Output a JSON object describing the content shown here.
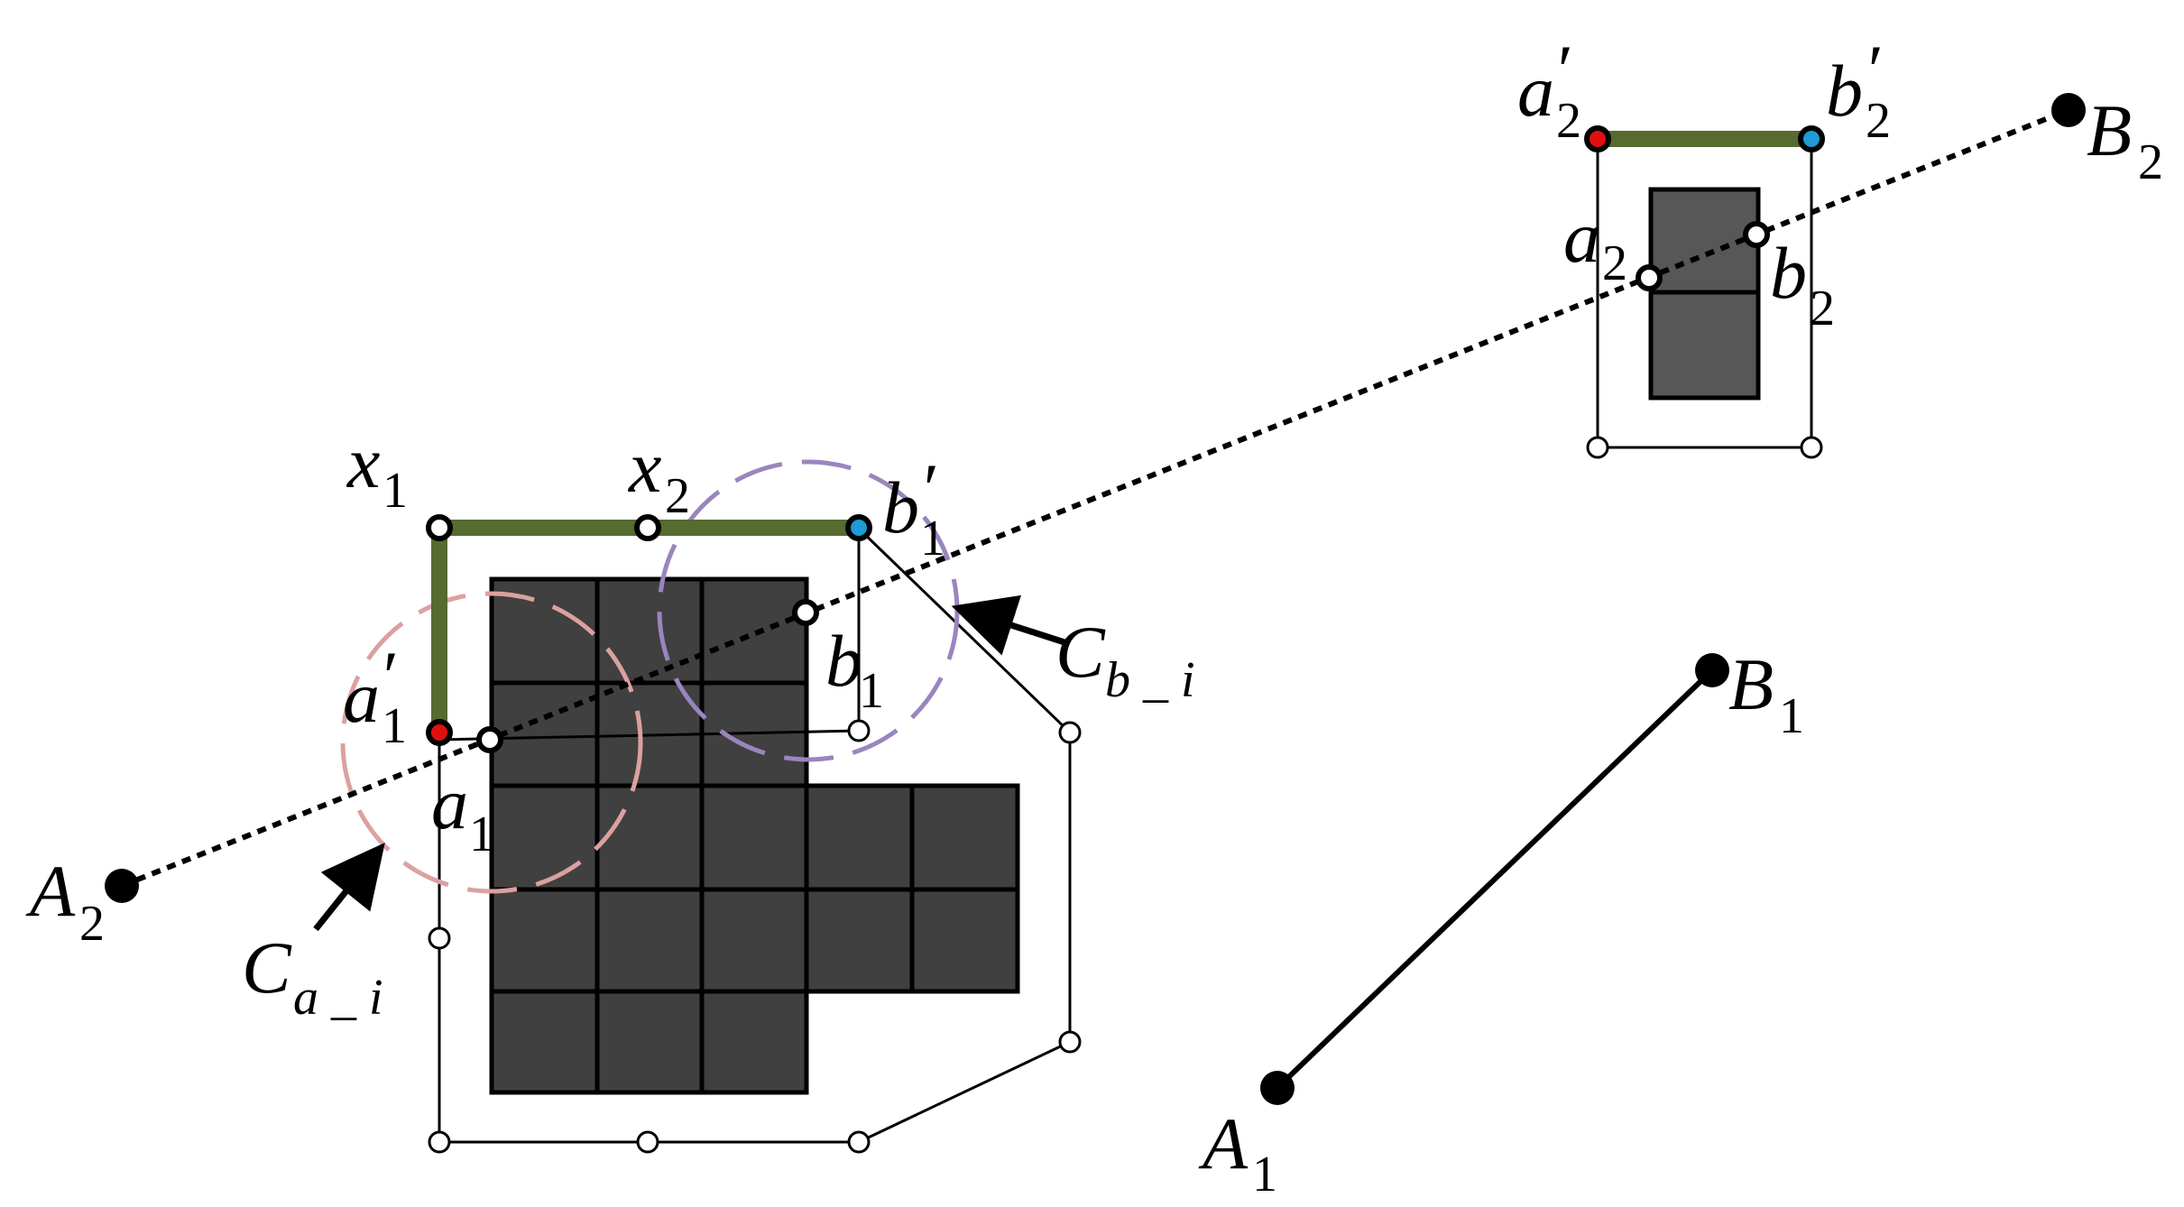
{
  "labels": {
    "a2p": {
      "base": "a",
      "prime": "′",
      "sub": "2"
    },
    "b2p": {
      "base": "b",
      "prime": "′",
      "sub": "2"
    },
    "B2": {
      "base": "B",
      "sub": "2"
    },
    "a2": {
      "base": "a",
      "sub": "2"
    },
    "b2": {
      "base": "b",
      "sub": "2"
    },
    "x1": {
      "base": "x",
      "sub": "1"
    },
    "x2": {
      "base": "x",
      "sub": "2"
    },
    "b1p": {
      "base": "b",
      "prime": "′",
      "sub": "1"
    },
    "Cb": {
      "base": "C",
      "sub": "b _ i"
    },
    "b1": {
      "base": "b",
      "sub": "1"
    },
    "B1": {
      "base": "B",
      "sub": "1"
    },
    "a1p": {
      "base": "a",
      "prime": "′",
      "sub": "1"
    },
    "a1": {
      "base": "a",
      "sub": "1"
    },
    "A2": {
      "base": "A",
      "sub": "2"
    },
    "Ca": {
      "base": "C",
      "sub": "a _ i"
    },
    "A1": {
      "base": "A",
      "sub": "1"
    }
  },
  "colors": {
    "cell_fill": "#404040",
    "small_cell_fill": "#575757",
    "path_green": "#556b2f",
    "point_red": "#e01010",
    "point_blue": "#1e9ad6",
    "circle_a": "#dca0a0",
    "circle_b": "#9a85bd"
  }
}
